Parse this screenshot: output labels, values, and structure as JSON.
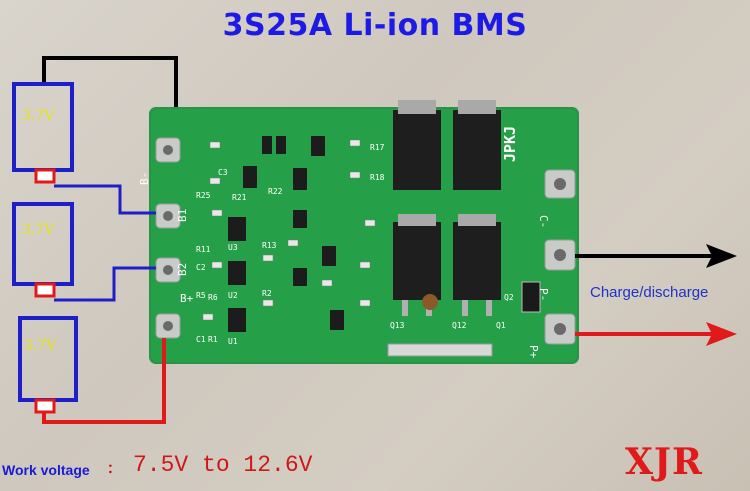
{
  "title": "3S25A Li-ion BMS",
  "cells": [
    {
      "label": "3.7V"
    },
    {
      "label": "3.7V"
    },
    {
      "label": "3.7V"
    }
  ],
  "charge_label": "Charge/discharge",
  "work_voltage": {
    "label": "Work voltage",
    "colon": ":",
    "range": "7.5V to 12.6V"
  },
  "brand": "XJR",
  "board": {
    "pads_left": [
      "B-",
      "B1",
      "B2",
      "B+"
    ],
    "pads_right": [
      "C-",
      "P-",
      "P+"
    ],
    "logo": "JPKJ",
    "silkscreen": [
      "C3",
      "R25",
      "R21",
      "C2",
      "R22",
      "C1",
      "R5",
      "U3",
      "U2",
      "U1",
      "R11",
      "R6",
      "R1",
      "R13",
      "R2",
      "R17",
      "R18",
      "Q13",
      "Q12",
      "Q1",
      "Q2"
    ]
  },
  "colors": {
    "title": "#1d1ae6",
    "pcb": "#29a24a",
    "wire_black": "#000000",
    "wire_blue": "#1f1fc8",
    "wire_red": "#e01a1a",
    "cell_fill": "#0f1fd8",
    "brand": "#e01a1a"
  }
}
